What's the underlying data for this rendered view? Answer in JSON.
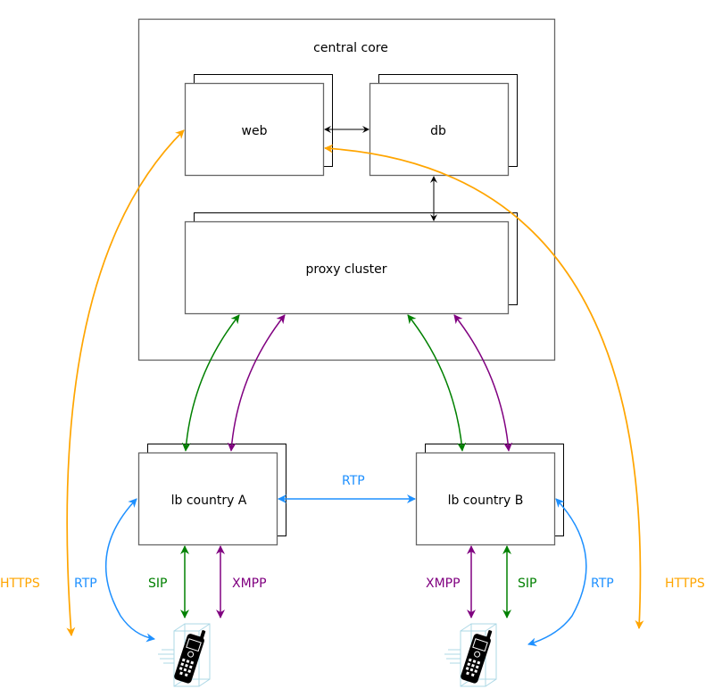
{
  "colors": {
    "https": "#FFA500",
    "rtp": "#1E90FF",
    "sip": "#008000",
    "xmpp": "#800080",
    "box_border": "#666666",
    "black": "#000000",
    "phone_box": "#ADD8E6"
  },
  "core": {
    "title": "central core"
  },
  "nodes": {
    "web": "web",
    "db": "db",
    "proxy": "proxy cluster",
    "lb_a": "lb country A",
    "lb_b": "lb country B"
  },
  "labels": {
    "https_left": "HTTPS",
    "rtp_left": "RTP",
    "sip_left": "SIP",
    "xmpp_left": "XMPP",
    "rtp_middle": "RTP",
    "xmpp_right": "XMPP",
    "sip_right": "SIP",
    "rtp_right": "RTP",
    "https_right": "HTTPS"
  },
  "icons": {
    "phone_left": "mobile-phone-icon",
    "phone_right": "mobile-phone-icon"
  }
}
